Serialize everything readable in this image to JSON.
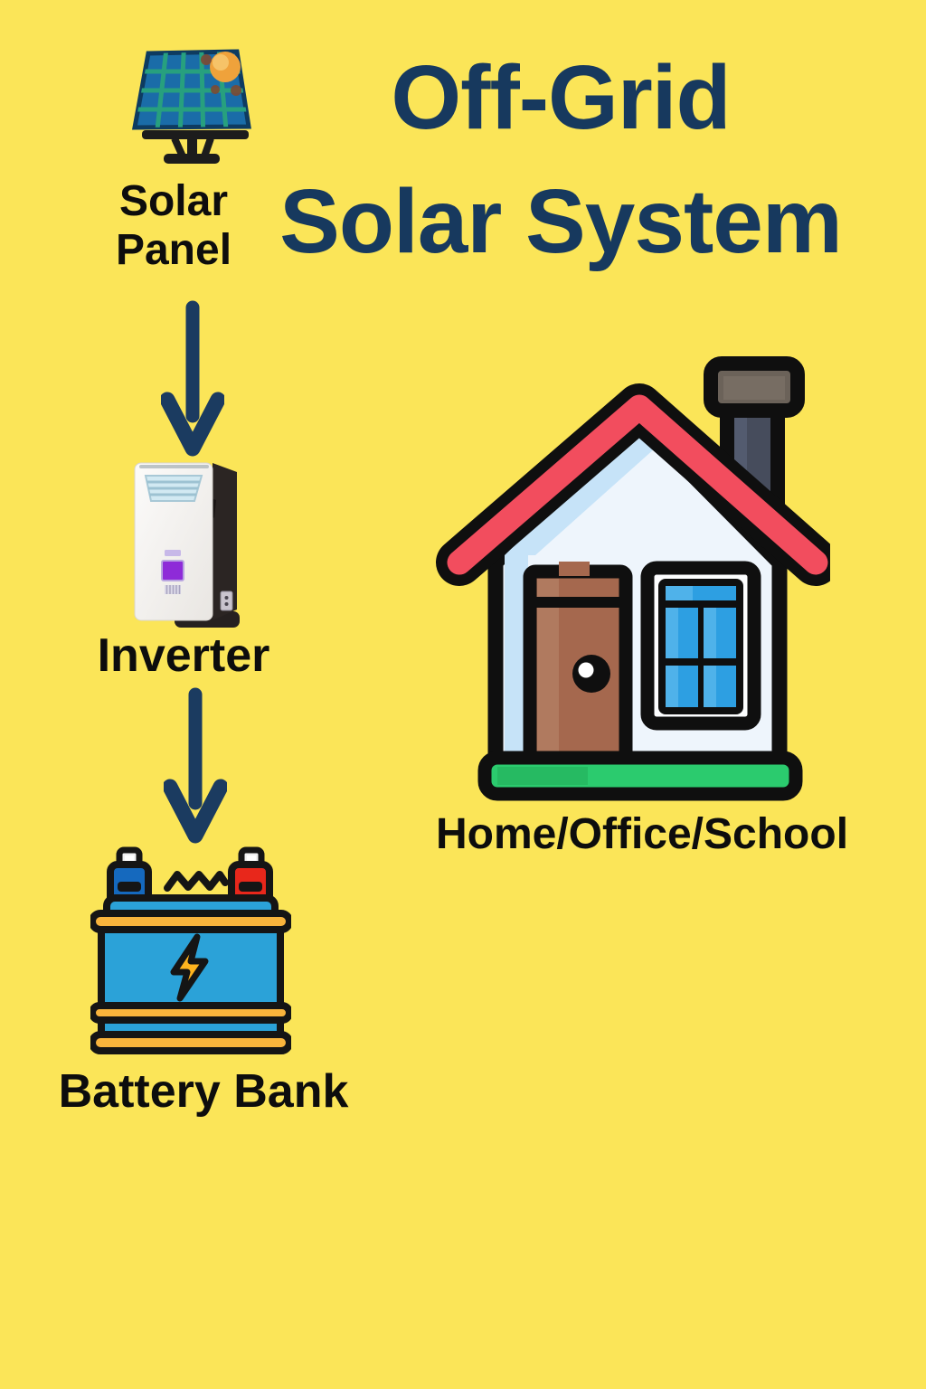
{
  "poster": {
    "title_line1": "Off-Grid",
    "title_line2": "Solar System"
  },
  "components": {
    "solar_panel": {
      "label": "Solar Panel",
      "icon": "solar-panel-icon"
    },
    "inverter": {
      "label": "Inverter",
      "icon": "inverter-icon"
    },
    "battery_bank": {
      "label": "Battery Bank",
      "icon": "battery-icon"
    },
    "load": {
      "label": "Home/Office/School",
      "icon": "house-icon"
    }
  },
  "connectors": [
    {
      "from": "solar_panel",
      "to": "inverter",
      "icon": "down-arrow-icon"
    },
    {
      "from": "inverter",
      "to": "battery_bank",
      "icon": "down-arrow-icon"
    }
  ],
  "colors": {
    "background": "#FBE558",
    "title_text": "#17395E",
    "label_text": "#0D0D0D",
    "arrow": "#1B3B60",
    "solar_panel_blue": "#1A6CA8",
    "solar_grid_green": "#27A07E",
    "sun_orange": "#EFA23B",
    "battery_blue": "#2BA2D8",
    "battery_stripe_yellow": "#F9B43C",
    "bolt_yellow": "#FFB41E",
    "roof_red": "#F24D5E",
    "grass_green": "#2BCB6E",
    "window_blue": "#2D9FE2",
    "door_brown": "#A5684E",
    "inverter_screen_purple": "#8E2BD8"
  }
}
